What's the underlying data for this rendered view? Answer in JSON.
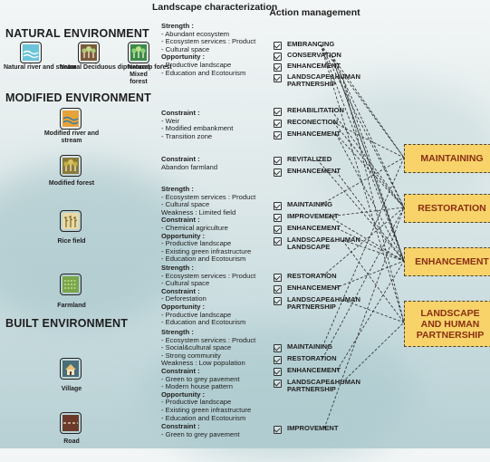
{
  "headers": {
    "landscape": "Landscape characterization",
    "action": "Action management"
  },
  "sections": {
    "natural": "NATURAL ENVIRONMENT",
    "modified": "MODIFIED ENVIRONMENT",
    "built": "BUILT ENVIRONMENT"
  },
  "natural_items": [
    {
      "label": "Natural river and stream",
      "icon": "water-icon",
      "color": "#6cc4d8"
    },
    {
      "label": "Natural Deciduous dipterocarp forest",
      "icon": "forest-icon",
      "color": "#7a5a3c"
    },
    {
      "label": "Natural Mixed forest",
      "icon": "forest-icon",
      "color": "#3c8a4a"
    }
  ],
  "landscapes": [
    {
      "label": "Modified river and stream",
      "icon": "water-icon",
      "color": "#e8a23a"
    },
    {
      "label": "Modified forest",
      "icon": "forest-icon",
      "color": "#8a7a3a"
    },
    {
      "label": "Rice field",
      "icon": "rice-icon",
      "color": "#e9d9a4"
    },
    {
      "label": "Farmland",
      "icon": "farm-icon",
      "color": "#7aa64a"
    },
    {
      "label": "Village",
      "icon": "village-icon",
      "color": "#4a6e78"
    },
    {
      "label": "Road",
      "icon": "road-icon",
      "color": "#6b3a2a"
    }
  ],
  "descriptions": [
    [
      "Strength :",
      "- Abundant ecosystem",
      "- Ecosystem services : Product",
      "- Cultural space",
      "Opportunity :",
      "- Productive landscape",
      "- Education and Ecotourism"
    ],
    [
      "Constraint :",
      "- Weir",
      "- Modified embankment",
      "- Transition zone"
    ],
    [
      "Constraint :",
      "Abandon farmland"
    ],
    [
      "Strength :",
      "- Ecosystem services : Product",
      "- Cultural space",
      "Weakness : Limited field",
      "Constraint :",
      "- Chemical agriculture",
      "Opportunity :",
      "- Productive landscape",
      "- Existing green infrastructure",
      "- Education and Ecotourism"
    ],
    [
      "Strength :",
      "- Ecosystem services : Product",
      "- Cultural space",
      "Constraint :",
      "- Deforestation",
      "Opportunity :",
      "- Productive landscape",
      "- Education and Ecotourism"
    ],
    [
      "Strength :",
      "- Ecosystem services : Product",
      "- Social&cultural space",
      "- Strong community",
      "Weakness : Low population",
      "Constraint :",
      "- Green to grey pavement",
      "- Modern house pattern",
      "Opportunity :",
      "- Productive landscape",
      "- Existing green infrastructure",
      "- Education and Ecotourism"
    ],
    [
      "Constraint :",
      "- Green to grey pavement"
    ]
  ],
  "actions": [
    [
      "EMBRANCING",
      "CONSERVATION",
      "ENHANCEMENT",
      "LANDSCAPE&HUMAN PARTNERSHIP"
    ],
    [
      "REHABILITATION",
      "RECONECTION",
      "ENHANCEMENT"
    ],
    [
      "REVITALIZED",
      "ENHANCEMENT"
    ],
    [
      "MAINTAINING",
      "IMPROVEMENT",
      "ENHANCEMENT",
      "LANDSCAPE&HUMAN LANDSCAPE"
    ],
    [
      "RESTORATION",
      "ENHANCEMENT",
      "LANDSCAPE&HUMAN PARTNERSHIP"
    ],
    [
      "MAINTAINING",
      "RESTORATION",
      "ENHANCEMENT",
      "LANDSCAPE&HUMAN PARTNERSHIP"
    ],
    [
      "IMPROVEMENT"
    ]
  ],
  "strategies": [
    "MAINTAINING",
    "RESTORATION",
    "ENHANCEMENT",
    "LANDSCAPE AND HUMAN PARTNERSHIP"
  ],
  "colors": {
    "strategy_fill": "#f7d36a",
    "strategy_text": "#8a2f12",
    "connector": "#2b2b2b"
  }
}
